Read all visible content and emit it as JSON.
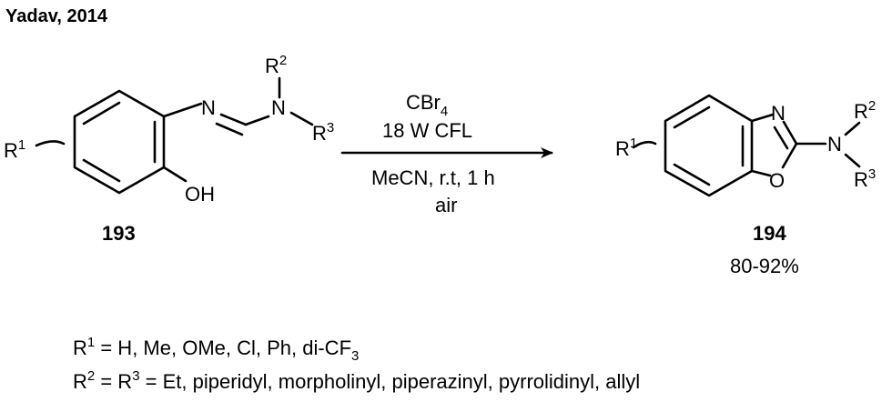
{
  "header": {
    "citation": "Yadav, 2014"
  },
  "reactant": {
    "compound_number": "193",
    "atoms": {
      "n_imine": "N",
      "n_amine": "N",
      "oh": "OH"
    },
    "substituents": {
      "r1": {
        "base": "R",
        "sup": "1"
      },
      "r2": {
        "base": "R",
        "sup": "2"
      },
      "r3": {
        "base": "R",
        "sup": "3"
      }
    }
  },
  "conditions": {
    "reagent": {
      "base": "CBr",
      "sub": "4"
    },
    "light": "18 W CFL",
    "solvent_time": "MeCN, r.t, 1 h",
    "atmosphere": "air"
  },
  "product": {
    "compound_number": "194",
    "yield": "80-92%",
    "atoms": {
      "n_ring": "N",
      "o_ring": "O",
      "n_amine": "N"
    },
    "substituents": {
      "r1": {
        "base": "R",
        "sup": "1"
      },
      "r2": {
        "base": "R",
        "sup": "2"
      },
      "r3": {
        "base": "R",
        "sup": "3"
      }
    }
  },
  "scope": {
    "r1_line": {
      "lhs_base": "R",
      "lhs_sup": "1",
      "text": " = H, Me, OMe, Cl, Ph, di-CF",
      "tail_sub": "3"
    },
    "r2_line": {
      "lhs_base": "R",
      "lhs_sup": "2",
      "mid": " = R",
      "mid_sup": "3",
      "text": " = Et, piperidyl, morpholinyl, piperazinyl, pyrrolidinyl, allyl"
    }
  }
}
